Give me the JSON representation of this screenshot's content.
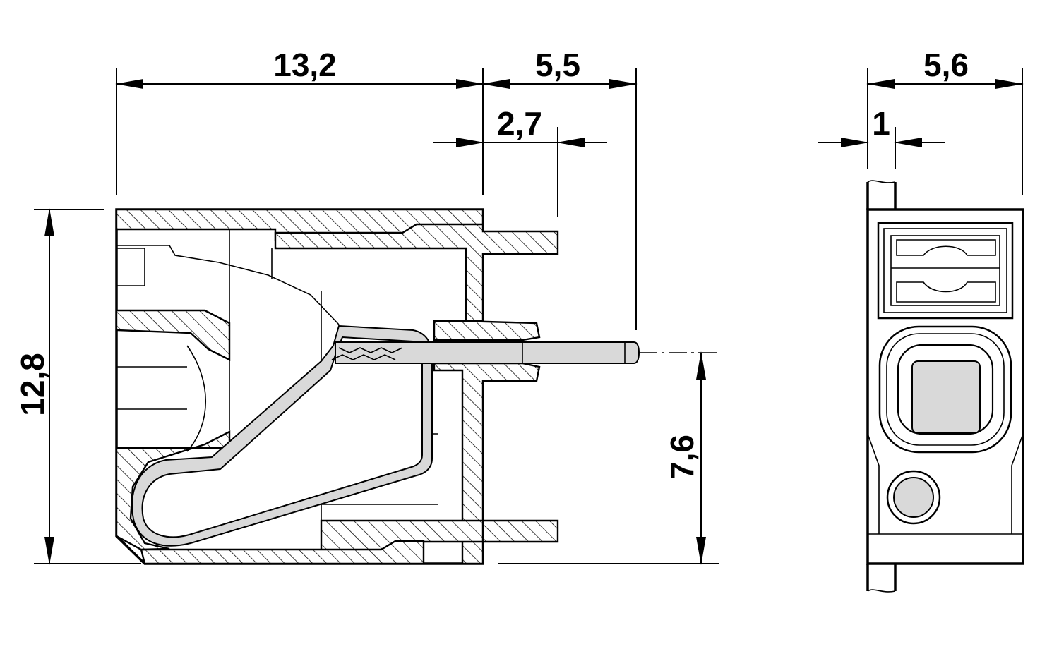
{
  "dimensions": {
    "width_main": "13,2",
    "width_pin": "5,5",
    "pin_offset": "2,7",
    "height_total": "12,8",
    "height_pin": "7,6",
    "width_side": "5,6",
    "side_offset": "1"
  },
  "colors": {
    "line": "#000000",
    "fill_grey": "#d9d9d9",
    "background": "#ffffff"
  }
}
